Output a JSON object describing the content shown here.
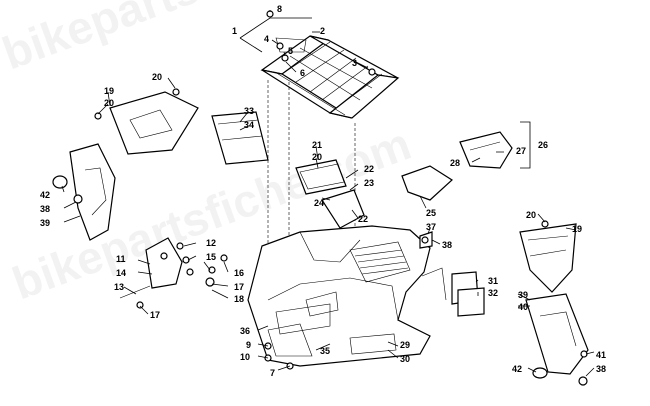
{
  "watermark": "bikepartsfiche.com",
  "callouts": [
    "1",
    "2",
    "3",
    "4",
    "5",
    "6",
    "7",
    "8",
    "9",
    "10",
    "11",
    "12",
    "13",
    "14",
    "15",
    "16",
    "17",
    "18",
    "19",
    "20",
    "21",
    "22",
    "23",
    "24",
    "25",
    "26",
    "27",
    "28",
    "29",
    "30",
    "31",
    "32",
    "33",
    "34",
    "35",
    "36",
    "37",
    "38",
    "39",
    "40",
    "41",
    "42"
  ],
  "icons": [
    "bolt",
    "nut",
    "washer",
    "rivet",
    "bracket",
    "decal"
  ]
}
